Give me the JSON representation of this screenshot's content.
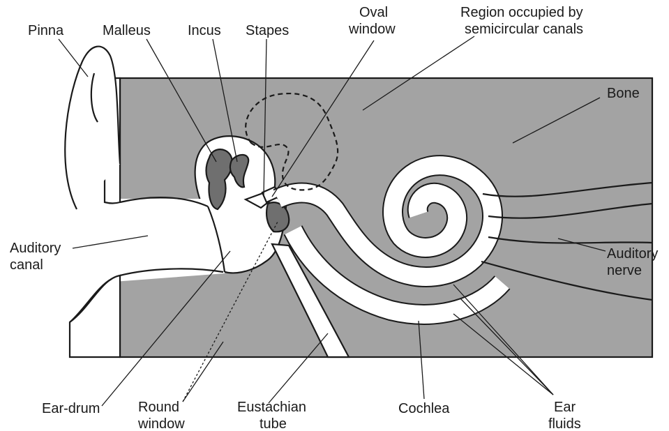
{
  "diagram": {
    "labels": {
      "pinna": "Pinna",
      "malleus": "Malleus",
      "incus": "Incus",
      "stapes": "Stapes",
      "oval_window": [
        "Oval",
        "window"
      ],
      "semicircular": [
        "Region occupied by",
        "semicircular canals"
      ],
      "bone": "Bone",
      "auditory_canal": [
        "Auditory",
        "canal"
      ],
      "auditory_nerve": [
        "Auditory",
        "nerve"
      ],
      "ear_drum": "Ear-drum",
      "round_window": [
        "Round",
        "window"
      ],
      "eustachian_tube": [
        "Eustachian",
        "tube"
      ],
      "cochlea": "Cochlea",
      "ear_fluids": [
        "Ear",
        "fluids"
      ]
    },
    "colors": {
      "bone": "#a3a3a3",
      "ossicles": "#6f6f6f",
      "channel": "#ffffff",
      "outline": "#1a1a1a",
      "background": "#ffffff"
    }
  }
}
